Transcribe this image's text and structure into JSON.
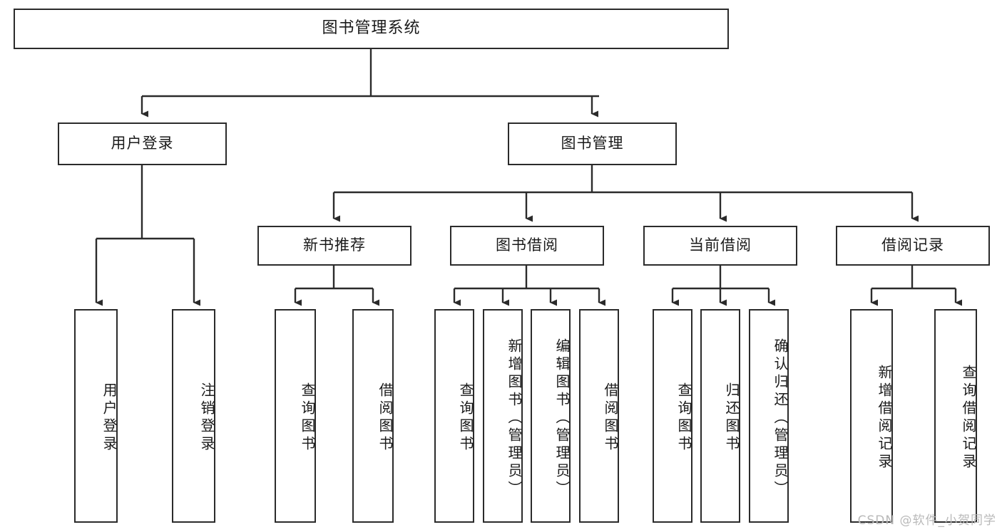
{
  "diagram": {
    "title": "图书管理系统",
    "type": "tree-hierarchy",
    "root": {
      "label": "图书管理系统"
    },
    "level1": [
      {
        "label": "用户登录"
      },
      {
        "label": "图书管理"
      }
    ],
    "level2": [
      {
        "label": "新书推荐"
      },
      {
        "label": "图书借阅"
      },
      {
        "label": "当前借阅"
      },
      {
        "label": "借阅记录"
      }
    ],
    "leaves": {
      "user_login": [
        {
          "label": "用户登录"
        },
        {
          "label": "注销登录"
        }
      ],
      "new_book_recommend": [
        {
          "label": "查询图书"
        },
        {
          "label": "借阅图书"
        }
      ],
      "book_borrow": [
        {
          "label": "查询图书"
        },
        {
          "label": "新增图书（管理员）"
        },
        {
          "label": "编辑图书（管理员）"
        },
        {
          "label": "借阅图书"
        }
      ],
      "current_borrow": [
        {
          "label": "查询图书"
        },
        {
          "label": "归还图书"
        },
        {
          "label": "确认归还（管理员）"
        }
      ],
      "borrow_record": [
        {
          "label": "新增借阅记录"
        },
        {
          "label": "查询借阅记录"
        }
      ]
    }
  },
  "watermark": {
    "text": "CSDN @软件_小贺同学"
  },
  "colors": {
    "stroke": "#2b2b2b",
    "fill": "#ffffff",
    "text": "#1a1a1a",
    "watermark": "#b9b9b9"
  }
}
